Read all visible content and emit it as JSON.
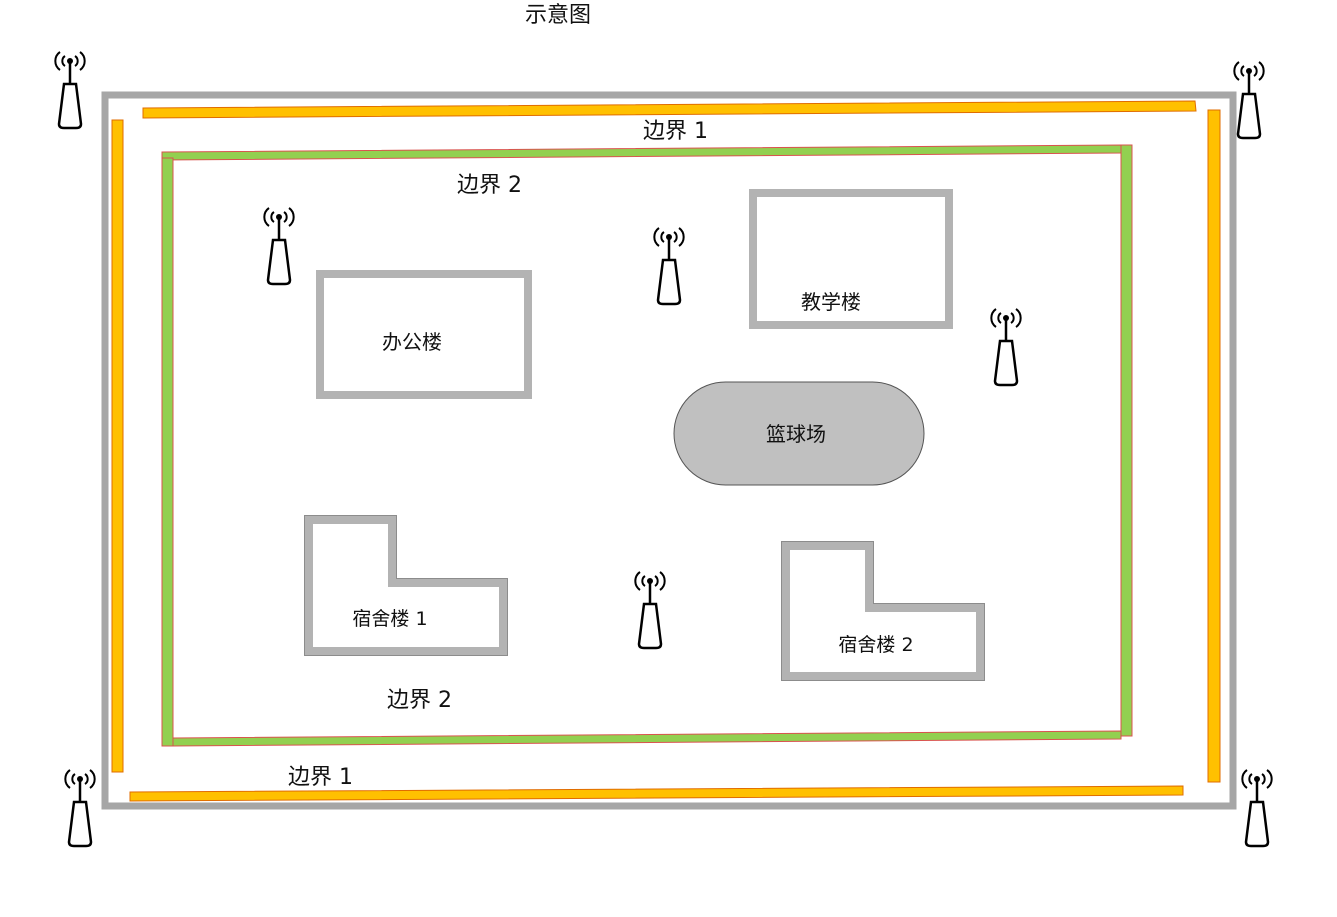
{
  "title": "示意图",
  "colors": {
    "outer_wall": "#a6a6a6",
    "boundary_1": "#ffc000",
    "boundary_1_edge": "#e06c00",
    "boundary_2": "#92d050",
    "boundary_2_edge": "#d9534f",
    "building_wall": "#b3b3b3",
    "court_fill": "#c0c0c0",
    "court_edge": "#555555"
  },
  "boundary_1_label": "边界 1",
  "boundary_2_label": "边界 2",
  "buildings": {
    "office": "办公楼",
    "teaching": "教学楼",
    "dorm_1": "宿舍楼 1",
    "dorm_2": "宿舍楼 2"
  },
  "court_label": "篮球场",
  "antenna_icon": "antenna-icon"
}
